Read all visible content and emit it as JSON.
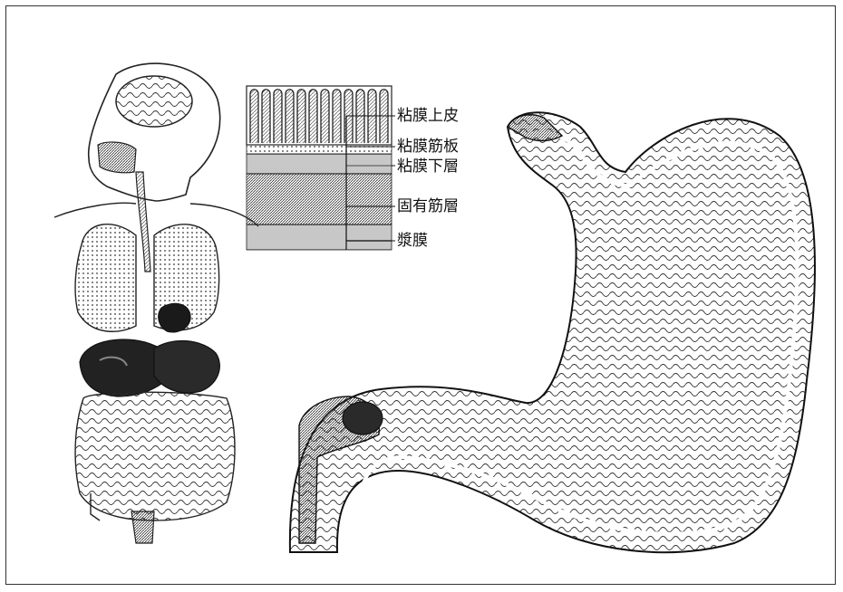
{
  "layers": {
    "mucosal_epithelium": "粘膜上皮",
    "muscularis_mucosae": "粘膜筋板",
    "submucosa": "粘膜下層",
    "muscularis_propria": "固有筋層",
    "serosa": "漿膜"
  }
}
